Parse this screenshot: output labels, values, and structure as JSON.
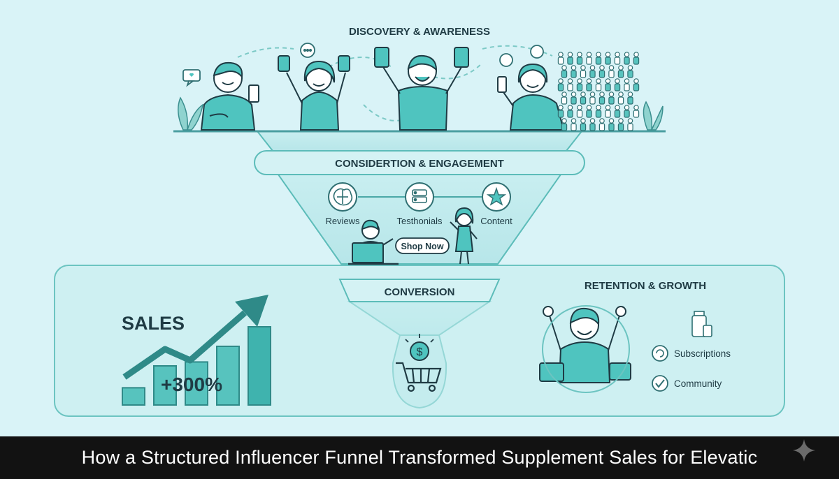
{
  "stages": {
    "discovery": "DISCOVERY & AWARENESS",
    "consideration": "CONSIDERTION & ENGAGEMENT",
    "conversion": "CONVERSION",
    "retention": "RETENTION & GROWTH"
  },
  "engagement_items": [
    {
      "label": "Reviews",
      "icon": "brain-icon"
    },
    {
      "label": "Testhonials",
      "icon": "document-stack-icon"
    },
    {
      "label": "Content",
      "icon": "star-icon"
    }
  ],
  "shop_button": "Shop Now",
  "sales": {
    "label": "SALES",
    "growth": "+300%",
    "bars": [
      0.22,
      0.5,
      0.55,
      0.75,
      1.0
    ]
  },
  "retention_items": [
    {
      "label": "Subscriptions",
      "icon": "refresh-icon"
    },
    {
      "label": "Community",
      "icon": "check-circle-icon"
    }
  ],
  "caption": "How a Structured Influencer Funnel Transformed Supplement Sales for Elevatic",
  "colors": {
    "background": "#d9f3f7",
    "line": "#3aa9a6",
    "accent": "#4fc4bf",
    "dark": "#1f3b44",
    "caption_bg": "#121212"
  }
}
